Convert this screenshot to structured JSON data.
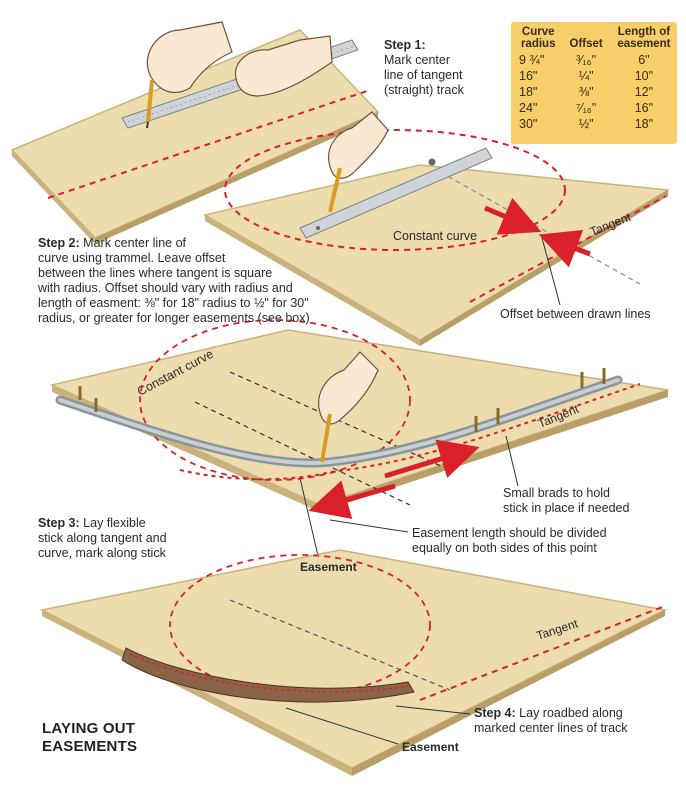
{
  "step1": {
    "title": "Step 1:",
    "text": [
      "Mark center",
      "line of tangent",
      "(straight) track"
    ]
  },
  "step2": {
    "title": "Step 2:",
    "lines": [
      "Mark center line of",
      "curve using trammel. Leave offset",
      "between the lines where tangent is square",
      "with radius. Offset should vary with radius and",
      "length of easment: ⅜\" for 18\" radius to ½\" for 30\"",
      "radius, or greater for longer easements (see box)"
    ]
  },
  "step3": {
    "title": "Step 3:",
    "lines": [
      "Lay flexible",
      "stick along tangent and",
      "curve, mark along stick"
    ]
  },
  "step4": {
    "title": "Step 4:",
    "lines": [
      "Lay roadbed along",
      "marked center lines of track"
    ]
  },
  "labels": {
    "constant_curve_2": "Constant curve",
    "tangent_2": "Tangent",
    "offset": "Offset between drawn lines",
    "constant_curve_3": "Constant curve",
    "tangent_3": "Tangent",
    "brads": [
      "Small brads to hold",
      "stick in place if needed"
    ],
    "easement_length": [
      "Easement length should be divided",
      "equally on both sides of this point"
    ],
    "easement_3": "Easement",
    "tangent_4": "Tangent",
    "easement_4": "Easement"
  },
  "table": {
    "headers": [
      [
        "Curve",
        "radius"
      ],
      [
        "Offset"
      ],
      [
        "Length of",
        "easement"
      ]
    ],
    "rows": [
      [
        "9 ¾\"",
        "³⁄₁₆\"",
        "6\""
      ],
      [
        "16\"",
        "¼\"",
        "10\""
      ],
      [
        "18\"",
        "⅜\"",
        "12\""
      ],
      [
        "24\"",
        "⁷⁄₁₆\"",
        "16\""
      ],
      [
        "30\"",
        "½\"",
        "18\""
      ]
    ]
  },
  "caption": [
    "LAYING OUT",
    "EASEMENTS"
  ],
  "colors": {
    "board": "#ecdcae",
    "board_edge": "#c9b27c",
    "mark_red": "#d9202b",
    "table_bg": "#f7ce6a",
    "roadbed": "#8a6448"
  }
}
